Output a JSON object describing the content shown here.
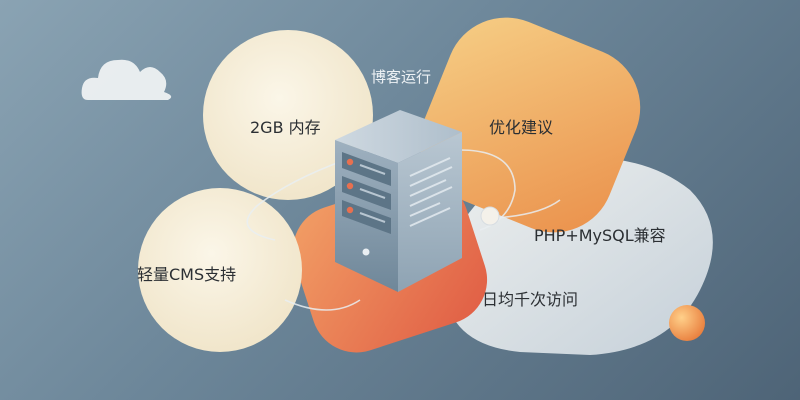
{
  "labels": {
    "title": "博客运行",
    "memory": "2GB 内存",
    "optimize": "优化建议",
    "php": "PHP+MySQL兼容",
    "cms": "轻量CMS支持",
    "visits": "日均千次访问"
  },
  "colors": {
    "background_top": "#8aa3b3",
    "background_bottom": "#4e6477",
    "cream": "#f6efdc",
    "orange": "#f0a75a",
    "coral": "#e8704f",
    "pale_blue": "#dde3e8",
    "server_body": "#7f97aa",
    "server_accent": "#e8704f"
  },
  "icons": [
    "cloud-icon",
    "server-icon",
    "orb-icon"
  ]
}
